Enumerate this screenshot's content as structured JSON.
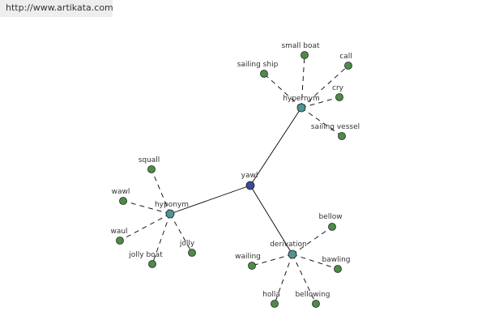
{
  "source_url": "http://www.artikata.com",
  "colors": {
    "center_node": "#3b4a94",
    "category_node": "#4e9596",
    "leaf_node": "#4f8b48",
    "node_outline": "#222222",
    "edge": "#000000",
    "label": "#333333",
    "banner_background": "#eeeeee"
  },
  "graph": {
    "center": {
      "id": "yawl",
      "label": "yawl"
    },
    "categories": [
      {
        "id": "hypernym",
        "label": "hypernym",
        "children": [
          {
            "id": "sailing-ship",
            "label": "sailing ship"
          },
          {
            "id": "small-boat",
            "label": "small boat"
          },
          {
            "id": "call",
            "label": "call"
          },
          {
            "id": "cry",
            "label": "cry"
          },
          {
            "id": "sailing-vessel",
            "label": "sailing vessel"
          }
        ]
      },
      {
        "id": "hyponym",
        "label": "hyponym",
        "children": [
          {
            "id": "squall",
            "label": "squall"
          },
          {
            "id": "wawl",
            "label": "wawl"
          },
          {
            "id": "waul",
            "label": "waul"
          },
          {
            "id": "jolly-boat",
            "label": "jolly boat"
          },
          {
            "id": "jolly",
            "label": "jolly"
          }
        ]
      },
      {
        "id": "derivation",
        "label": "derivation",
        "children": [
          {
            "id": "bellow",
            "label": "bellow"
          },
          {
            "id": "wailing",
            "label": "wailing"
          },
          {
            "id": "bawling",
            "label": "bawling"
          },
          {
            "id": "holla",
            "label": "holla"
          },
          {
            "id": "bellowing",
            "label": "bellowing"
          }
        ]
      }
    ]
  }
}
